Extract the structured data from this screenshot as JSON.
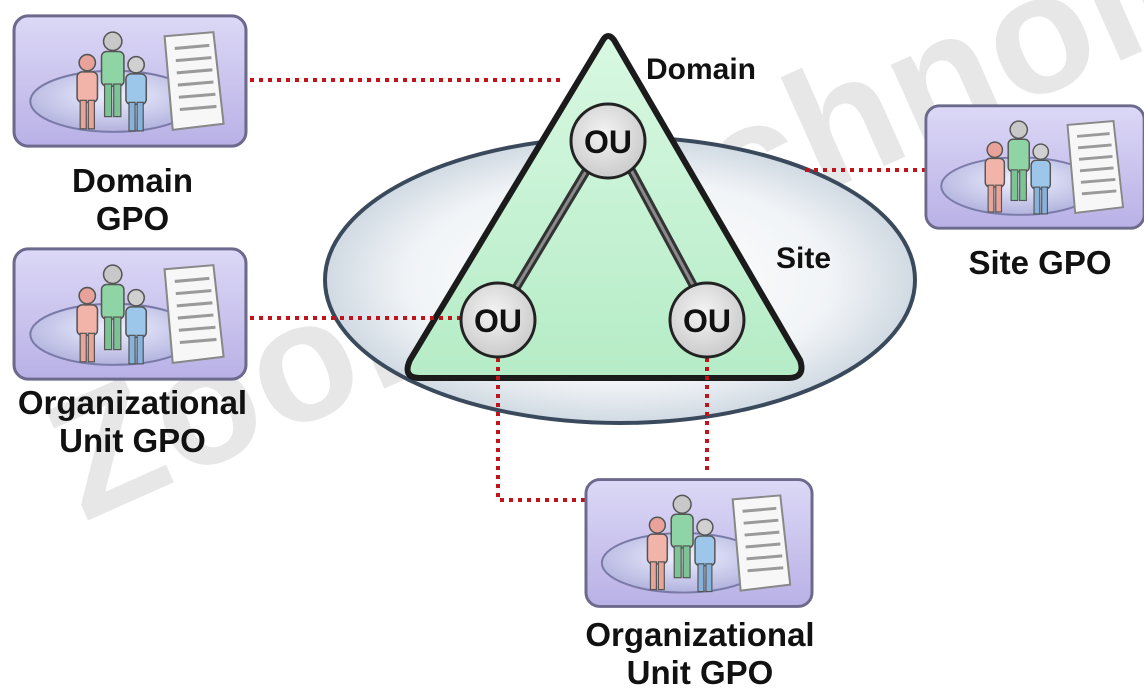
{
  "watermark": "Zoom Technologies",
  "labels": {
    "domain": "Domain",
    "site": "Site",
    "ou": "OU"
  },
  "gpos": {
    "domain": {
      "line1": "Domain",
      "line2": "GPO"
    },
    "ou_left": {
      "line1": "Organizational",
      "line2": "Unit GPO"
    },
    "site": {
      "line1": "Site GPO"
    },
    "ou_bottom": {
      "line1": "Organizational",
      "line2": "Unit GPO"
    }
  },
  "colors": {
    "gpo_box": "#c9c3ec",
    "triangle": "#bff0cf",
    "ellipse": "#d6dee6",
    "ou_node": "#d9d9d9",
    "link": "#c0141a"
  }
}
